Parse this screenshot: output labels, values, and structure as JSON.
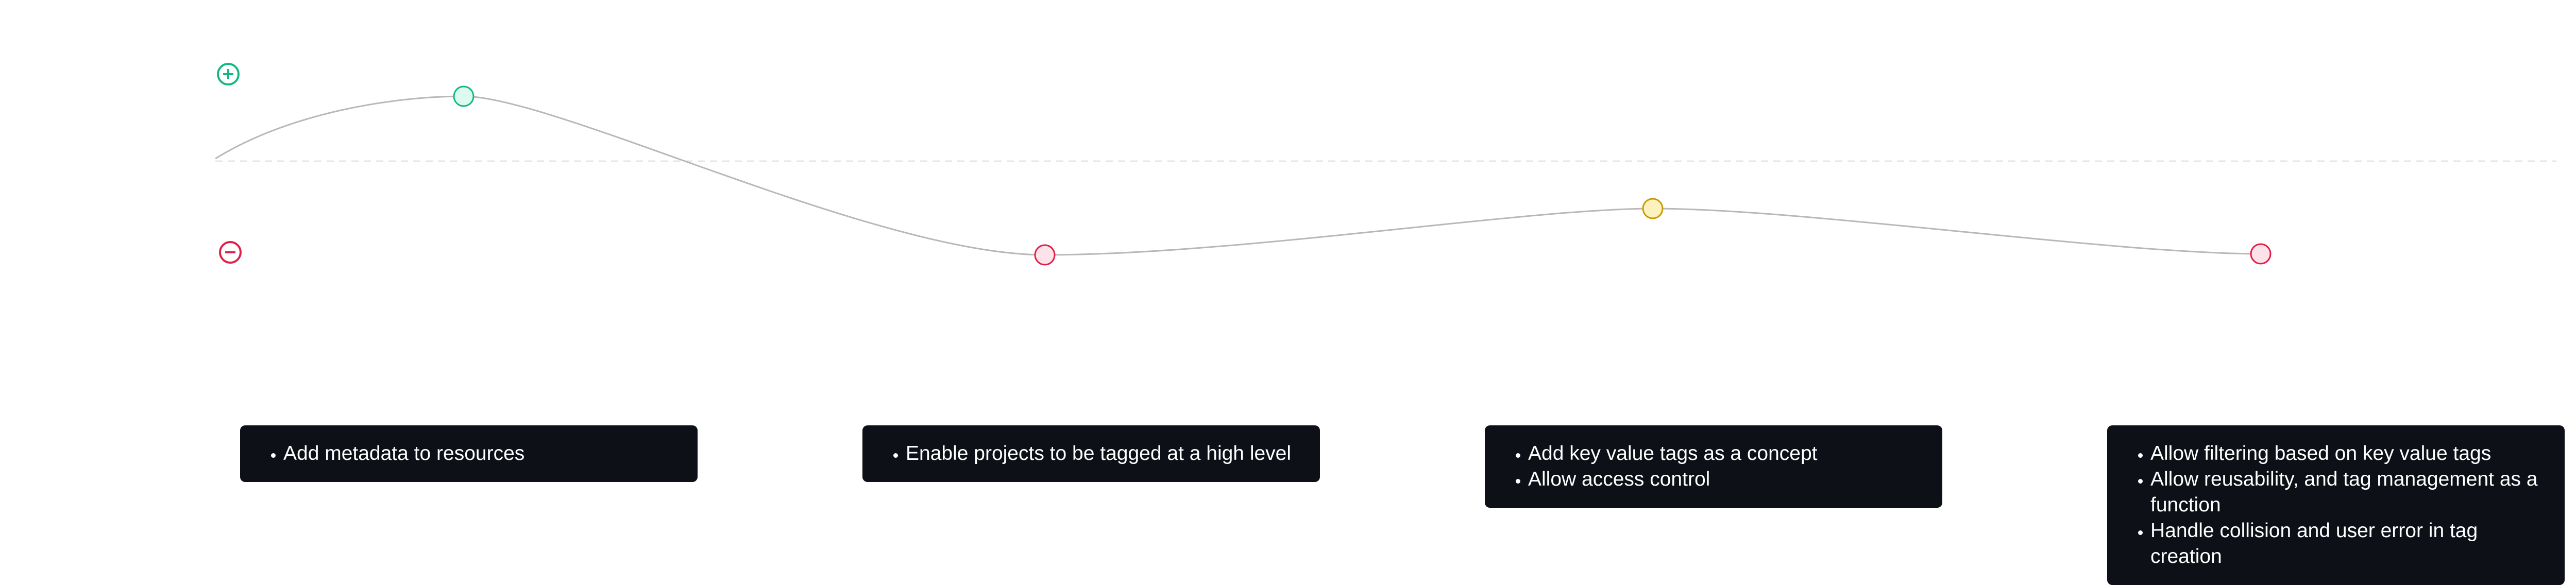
{
  "diagram": {
    "kind": "journey-line",
    "legend": {
      "positive_icon": "plus-circle-icon",
      "negative_icon": "minus-circle-icon"
    },
    "colors": {
      "positive": "#10b981",
      "negative": "#e11d48",
      "neutral": "#eab308",
      "line": "#b8b8b8",
      "baseline": "#e6e6e6",
      "card_background": "#0d1017",
      "card_text": "#ffffff"
    },
    "steps": [
      {
        "sentiment": "positive",
        "bullets": [
          "Add metadata to resources"
        ]
      },
      {
        "sentiment": "negative",
        "bullets": [
          "Enable projects to be tagged at a high level"
        ]
      },
      {
        "sentiment": "neutral",
        "bullets": [
          "Add key value tags as a concept",
          "Allow access control"
        ]
      },
      {
        "sentiment": "negative",
        "bullets": [
          "Allow filtering based on key value tags",
          "Allow reusability, and tag management as a function",
          "Handle collision and user error in tag creation"
        ]
      }
    ]
  }
}
